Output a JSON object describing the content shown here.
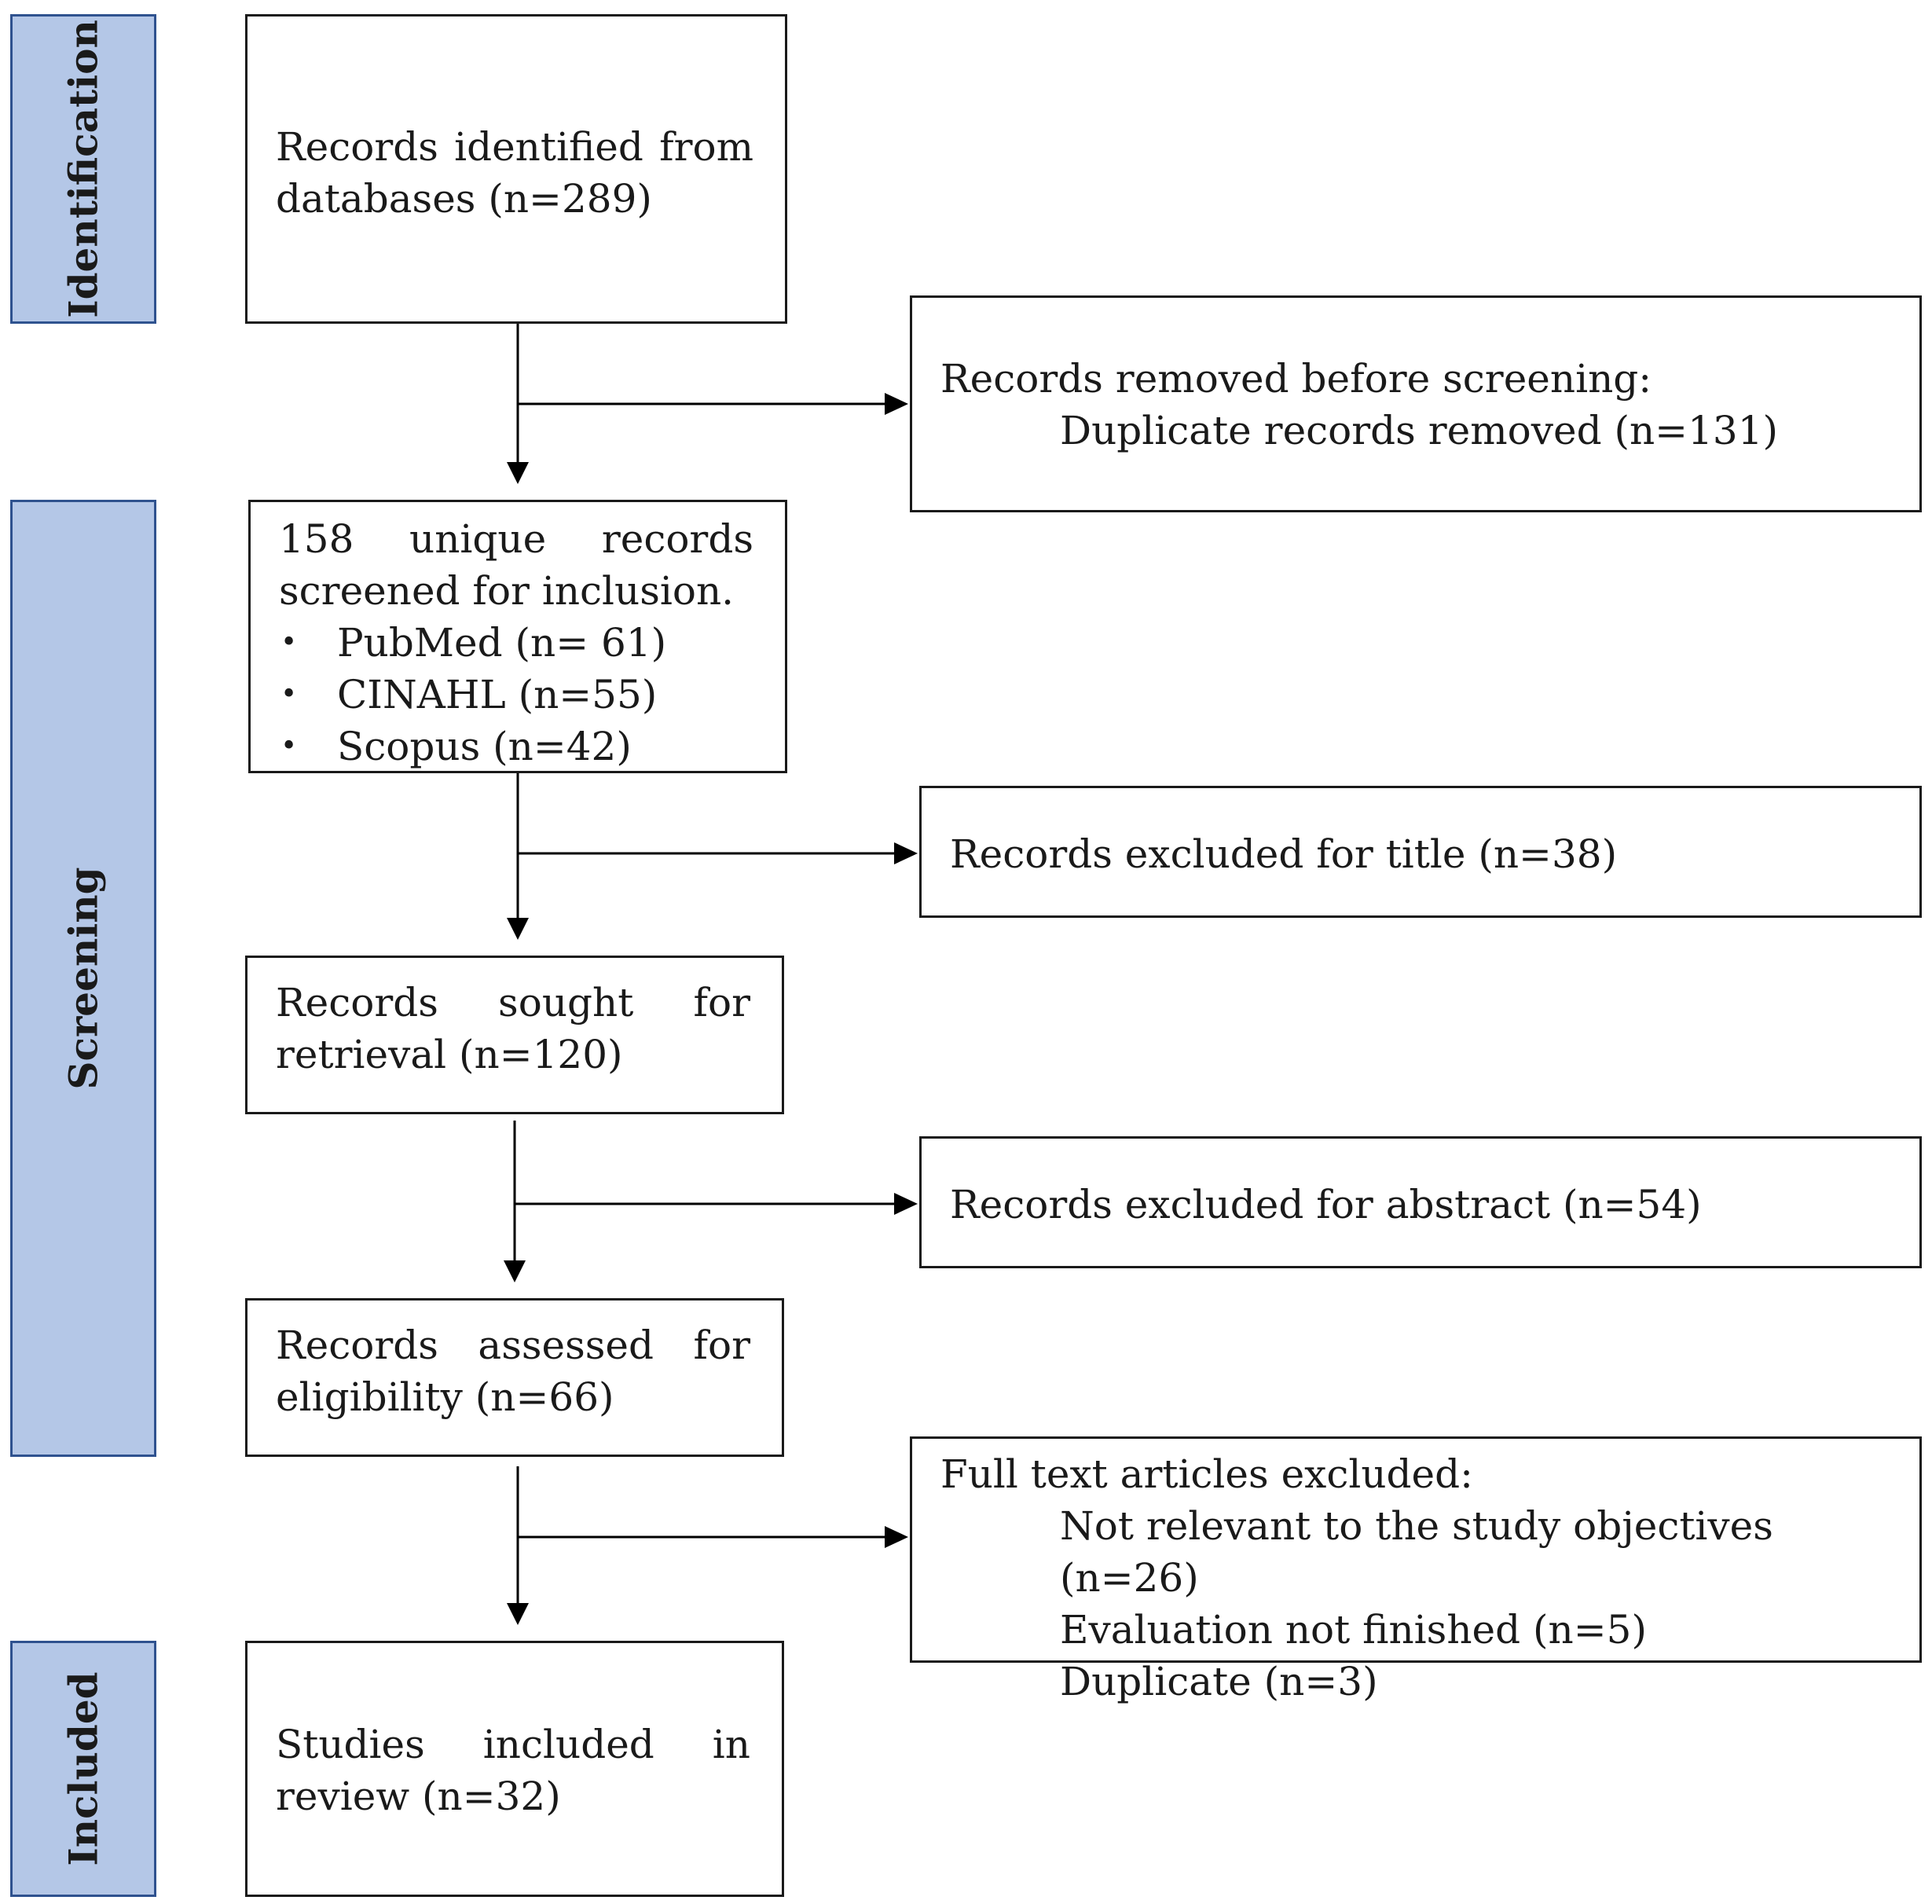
{
  "phases": {
    "identification": "Identification",
    "screening": "Screening",
    "included": "Included"
  },
  "boxes": {
    "records_identified": "Records identified from databases (n=289)",
    "removed_before_screening": {
      "heading": "Records removed before screening:",
      "items": [
        "Duplicate records removed (n=131)"
      ]
    },
    "screened": {
      "heading": "158 unique records screened for inclusion.",
      "bullets": [
        "PubMed (n= 61)",
        "CINAHL (n=55)",
        "Scopus (n=42)"
      ]
    },
    "excluded_title": "Records excluded for title (n=38)",
    "sought_retrieval": "Records sought for retrieval (n=120)",
    "excluded_abstract": "Records excluded for abstract (n=54)",
    "assessed_eligibility": "Records assessed for eligibility (n=66)",
    "full_text_excluded": {
      "heading": "Full text articles excluded:",
      "items": [
        "Not relevant to the study objectives (n=26)",
        "Evaluation not finished (n=5)",
        "Duplicate (n=3)"
      ]
    },
    "included": "Studies included in review (n=32)"
  }
}
